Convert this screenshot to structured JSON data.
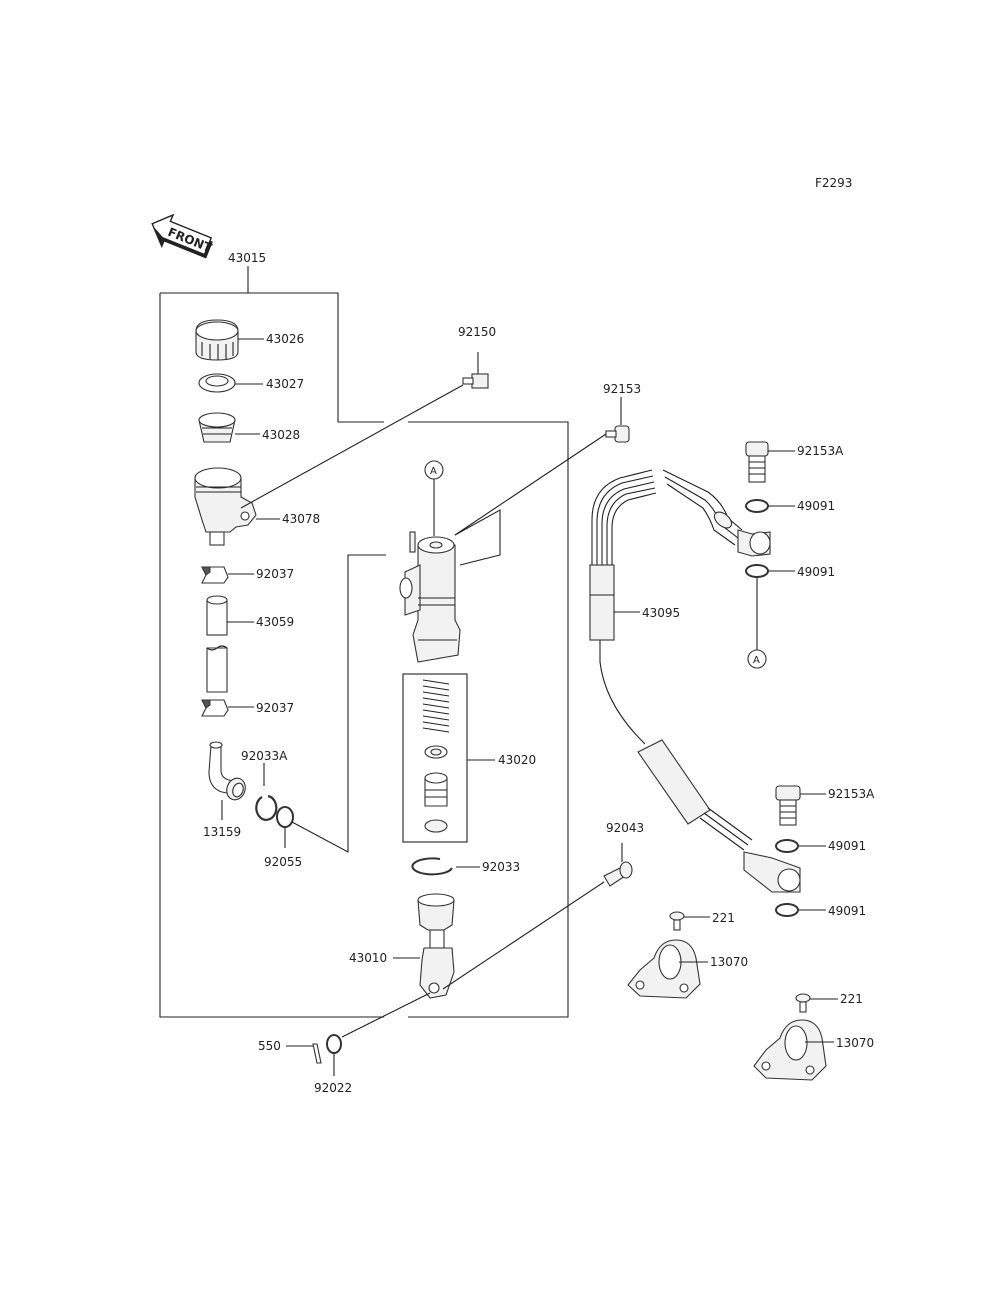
{
  "figure_code": "F2293",
  "front_label": "FRONT",
  "assembly_label": "43015",
  "connector_mark": "A",
  "callouts": {
    "p43026": "43026",
    "p43027": "43027",
    "p43028": "43028",
    "p43078": "43078",
    "p92037_top": "92037",
    "p43059": "43059",
    "p92037_bot": "92037",
    "p92033A": "92033A",
    "p13159": "13159",
    "p92055": "92055",
    "p92150": "92150",
    "p92153": "92153",
    "p43020": "43020",
    "p92033": "92033",
    "p43010": "43010",
    "p550": "550",
    "p92022": "92022",
    "p92043": "92043",
    "p43095": "43095",
    "p92153A_top": "92153A",
    "p49091_a": "49091",
    "p49091_b": "49091",
    "p92153A_bot": "92153A",
    "p49091_c": "49091",
    "p49091_d": "49091",
    "p221_a": "221",
    "p13070_a": "13070",
    "p221_b": "221",
    "p13070_b": "13070"
  }
}
